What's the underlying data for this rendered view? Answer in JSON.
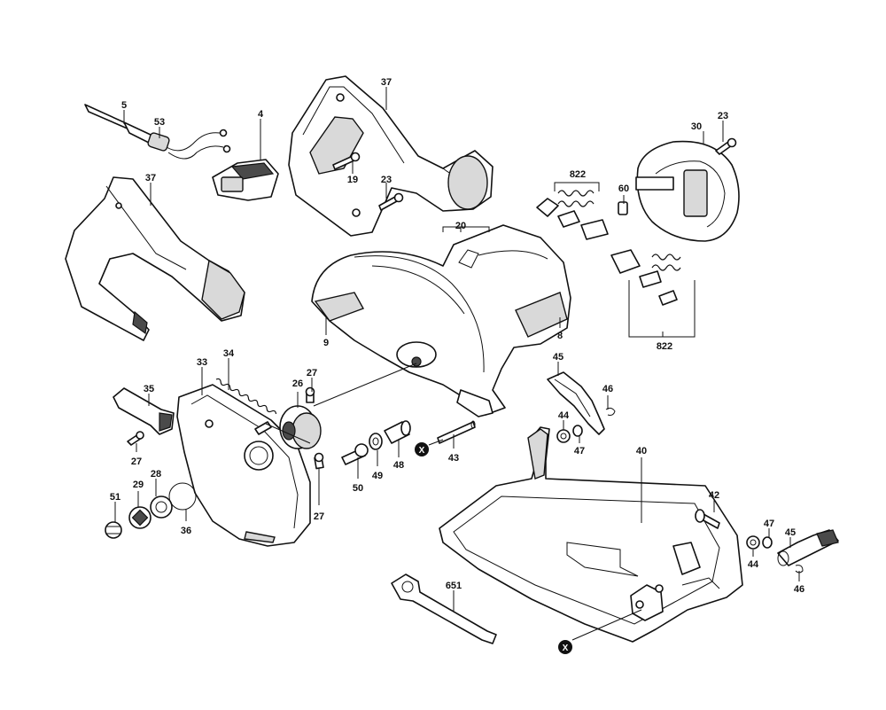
{
  "diagram": {
    "labels": {
      "p5": "5",
      "p53": "53",
      "p4": "4",
      "p37_top": "37",
      "p19": "19",
      "p23_mid": "23",
      "p37_left": "37",
      "p20": "20",
      "p9": "9",
      "p8": "8",
      "p822_top": "822",
      "p60": "60",
      "p30": "30",
      "p23_right": "23",
      "p822_bottom": "822",
      "p34": "34",
      "p33": "33",
      "p35": "35",
      "p27_a": "27",
      "p27_b": "27",
      "p26": "26",
      "p27_c": "27",
      "p50": "50",
      "p49": "49",
      "p48": "48",
      "p43": "43",
      "x_top": "X",
      "p45_top": "45",
      "p46_top": "46",
      "p44_top": "44",
      "p47_top": "47",
      "p40": "40",
      "p51": "51",
      "p29": "29",
      "p28": "28",
      "p36": "36",
      "p42": "42",
      "p47_right": "47",
      "p45_right": "45",
      "p44_right": "44",
      "p46_right": "46",
      "p651": "651",
      "x_bottom": "X"
    }
  }
}
